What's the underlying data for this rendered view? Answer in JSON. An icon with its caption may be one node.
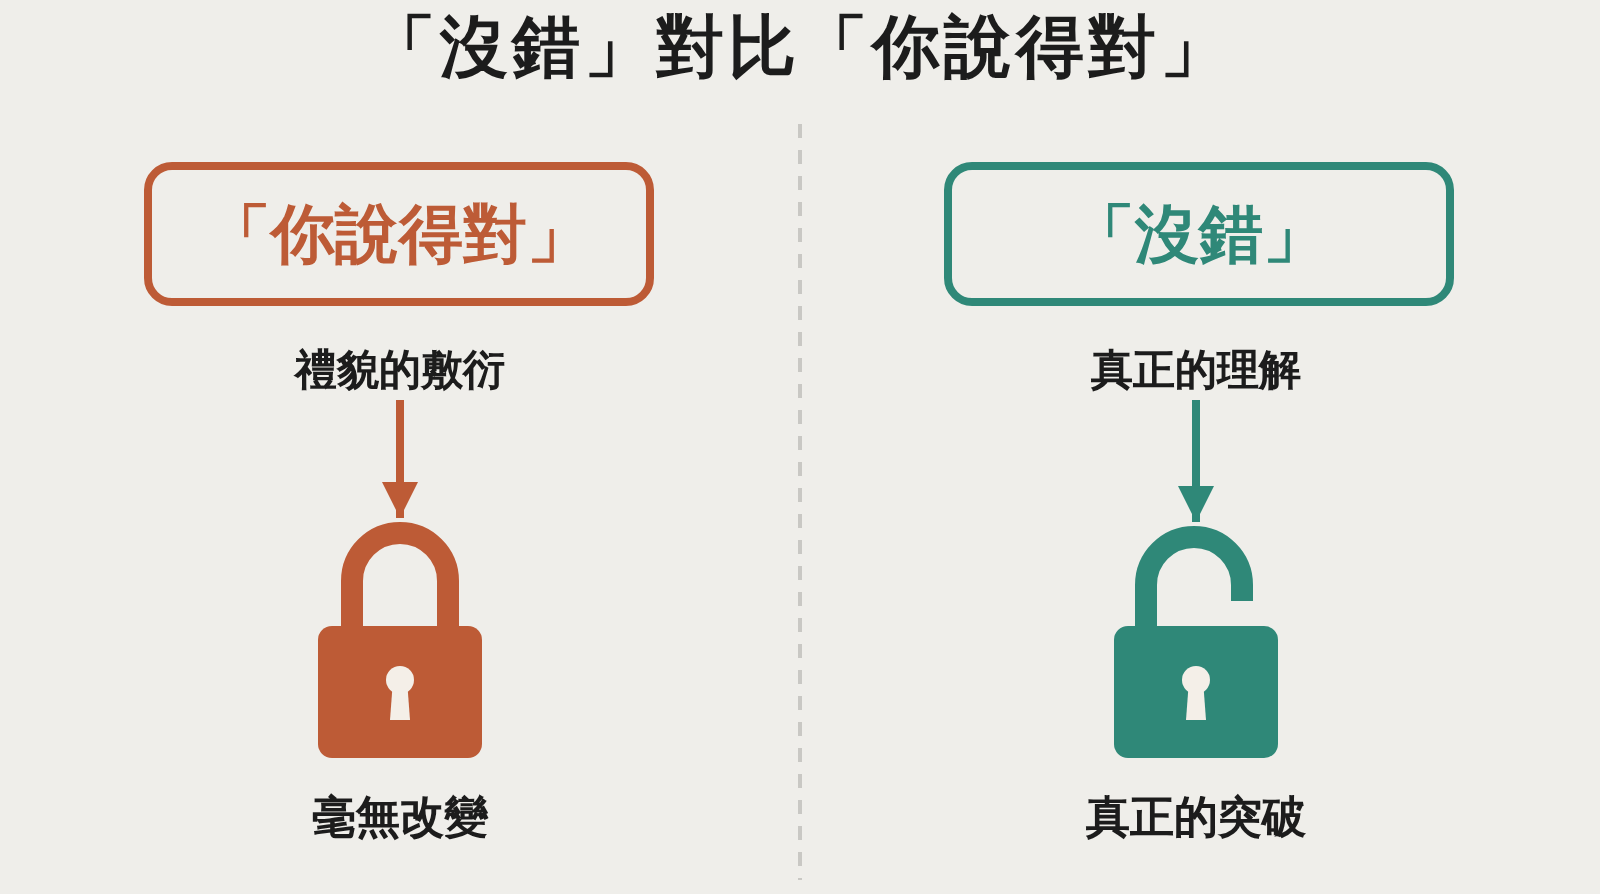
{
  "diagram": {
    "title": "「沒錯」對比「你說得對」",
    "nodes": [
      {
        "text": [
          "「你說得對」"
        ]
      },
      {
        "text": [
          "禮貌的敷衍"
        ]
      },
      {
        "text": [],
        "shape": "picture",
        "beside": [
          "毫無改變"
        ]
      },
      {
        "text": [
          "「沒錯」"
        ]
      },
      {
        "text": [
          "真正的理解"
        ]
      },
      {
        "text": [],
        "shape": "picture",
        "beside": [
          "真正的突破"
        ]
      }
    ],
    "edges": [
      {
        "from": 1,
        "to": 2,
        "arrow": "to",
        "color": "#bd5b36"
      },
      {
        "from": 4,
        "to": 5,
        "arrow": "to",
        "color": "#2f8878"
      }
    ]
  }
}
